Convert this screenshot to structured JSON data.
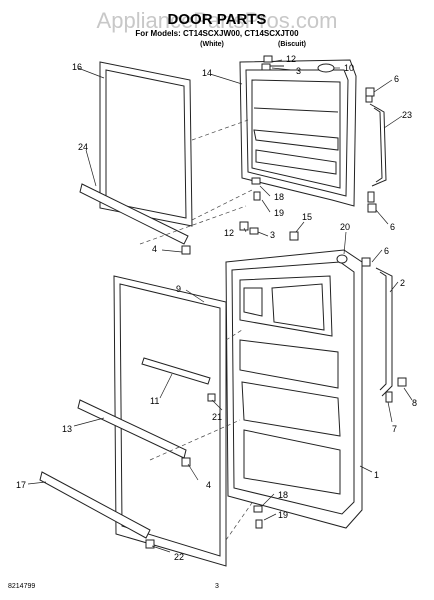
{
  "watermark": "AppliancePartsPros.com",
  "header": {
    "title": "DOOR PARTS",
    "models_line": "For Models: CT14SCXJW00, CT14SCXJT00",
    "color_left": "(White)",
    "color_right": "(Biscuit)"
  },
  "callouts": {
    "c1": "1",
    "c2": "2",
    "c3a": "3",
    "c3b": "3",
    "c4a": "4",
    "c4b": "4",
    "c6a": "6",
    "c6b": "6",
    "c6c": "6",
    "c7": "7",
    "c8": "8",
    "c9": "9",
    "c10": "10",
    "c11": "11",
    "c12a": "12",
    "c12b": "12",
    "c13": "13",
    "c14": "14",
    "c15": "15",
    "c16": "16",
    "c17": "17",
    "c18a": "18",
    "c18b": "18",
    "c19a": "19",
    "c19b": "19",
    "c20": "20",
    "c21": "21",
    "c22": "22",
    "c23": "23",
    "c24": "24"
  },
  "footer": {
    "doc_number": "8214799",
    "page_number": "3"
  }
}
